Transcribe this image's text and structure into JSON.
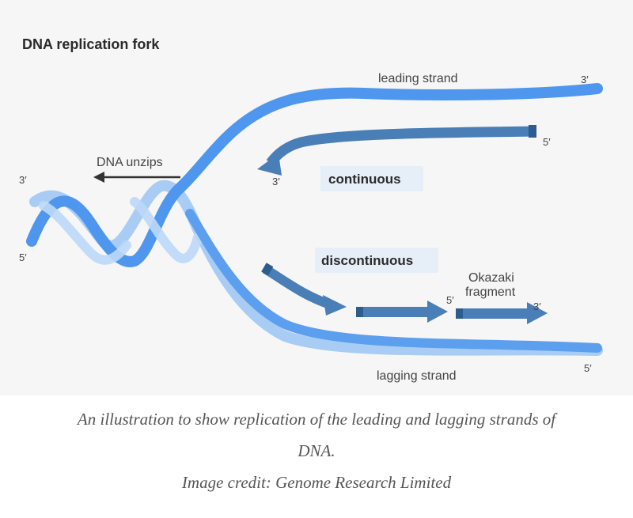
{
  "diagram": {
    "title": "DNA replication fork",
    "labels": {
      "leading_strand": "leading strand",
      "lagging_strand": "lagging strand",
      "dna_unzips": "DNA unzips",
      "continuous": "continuous",
      "discontinuous": "discontinuous",
      "okazaki_line1": "Okazaki",
      "okazaki_line2": "fragment",
      "three_prime": "3′",
      "five_prime": "5′"
    },
    "colors": {
      "parent_strand": "#4f96ee",
      "parent_strand_light": "#a9ccf5",
      "new_strand": "#4a7eb7",
      "new_strand_dark": "#2d5c8f",
      "tag_background": "#e6eef8",
      "arrow": "#333333"
    }
  },
  "caption": {
    "line1": "An illustration to show replication of the leading and lagging strands of",
    "line2": "DNA.",
    "credit": "Image credit: Genome Research Limited"
  }
}
